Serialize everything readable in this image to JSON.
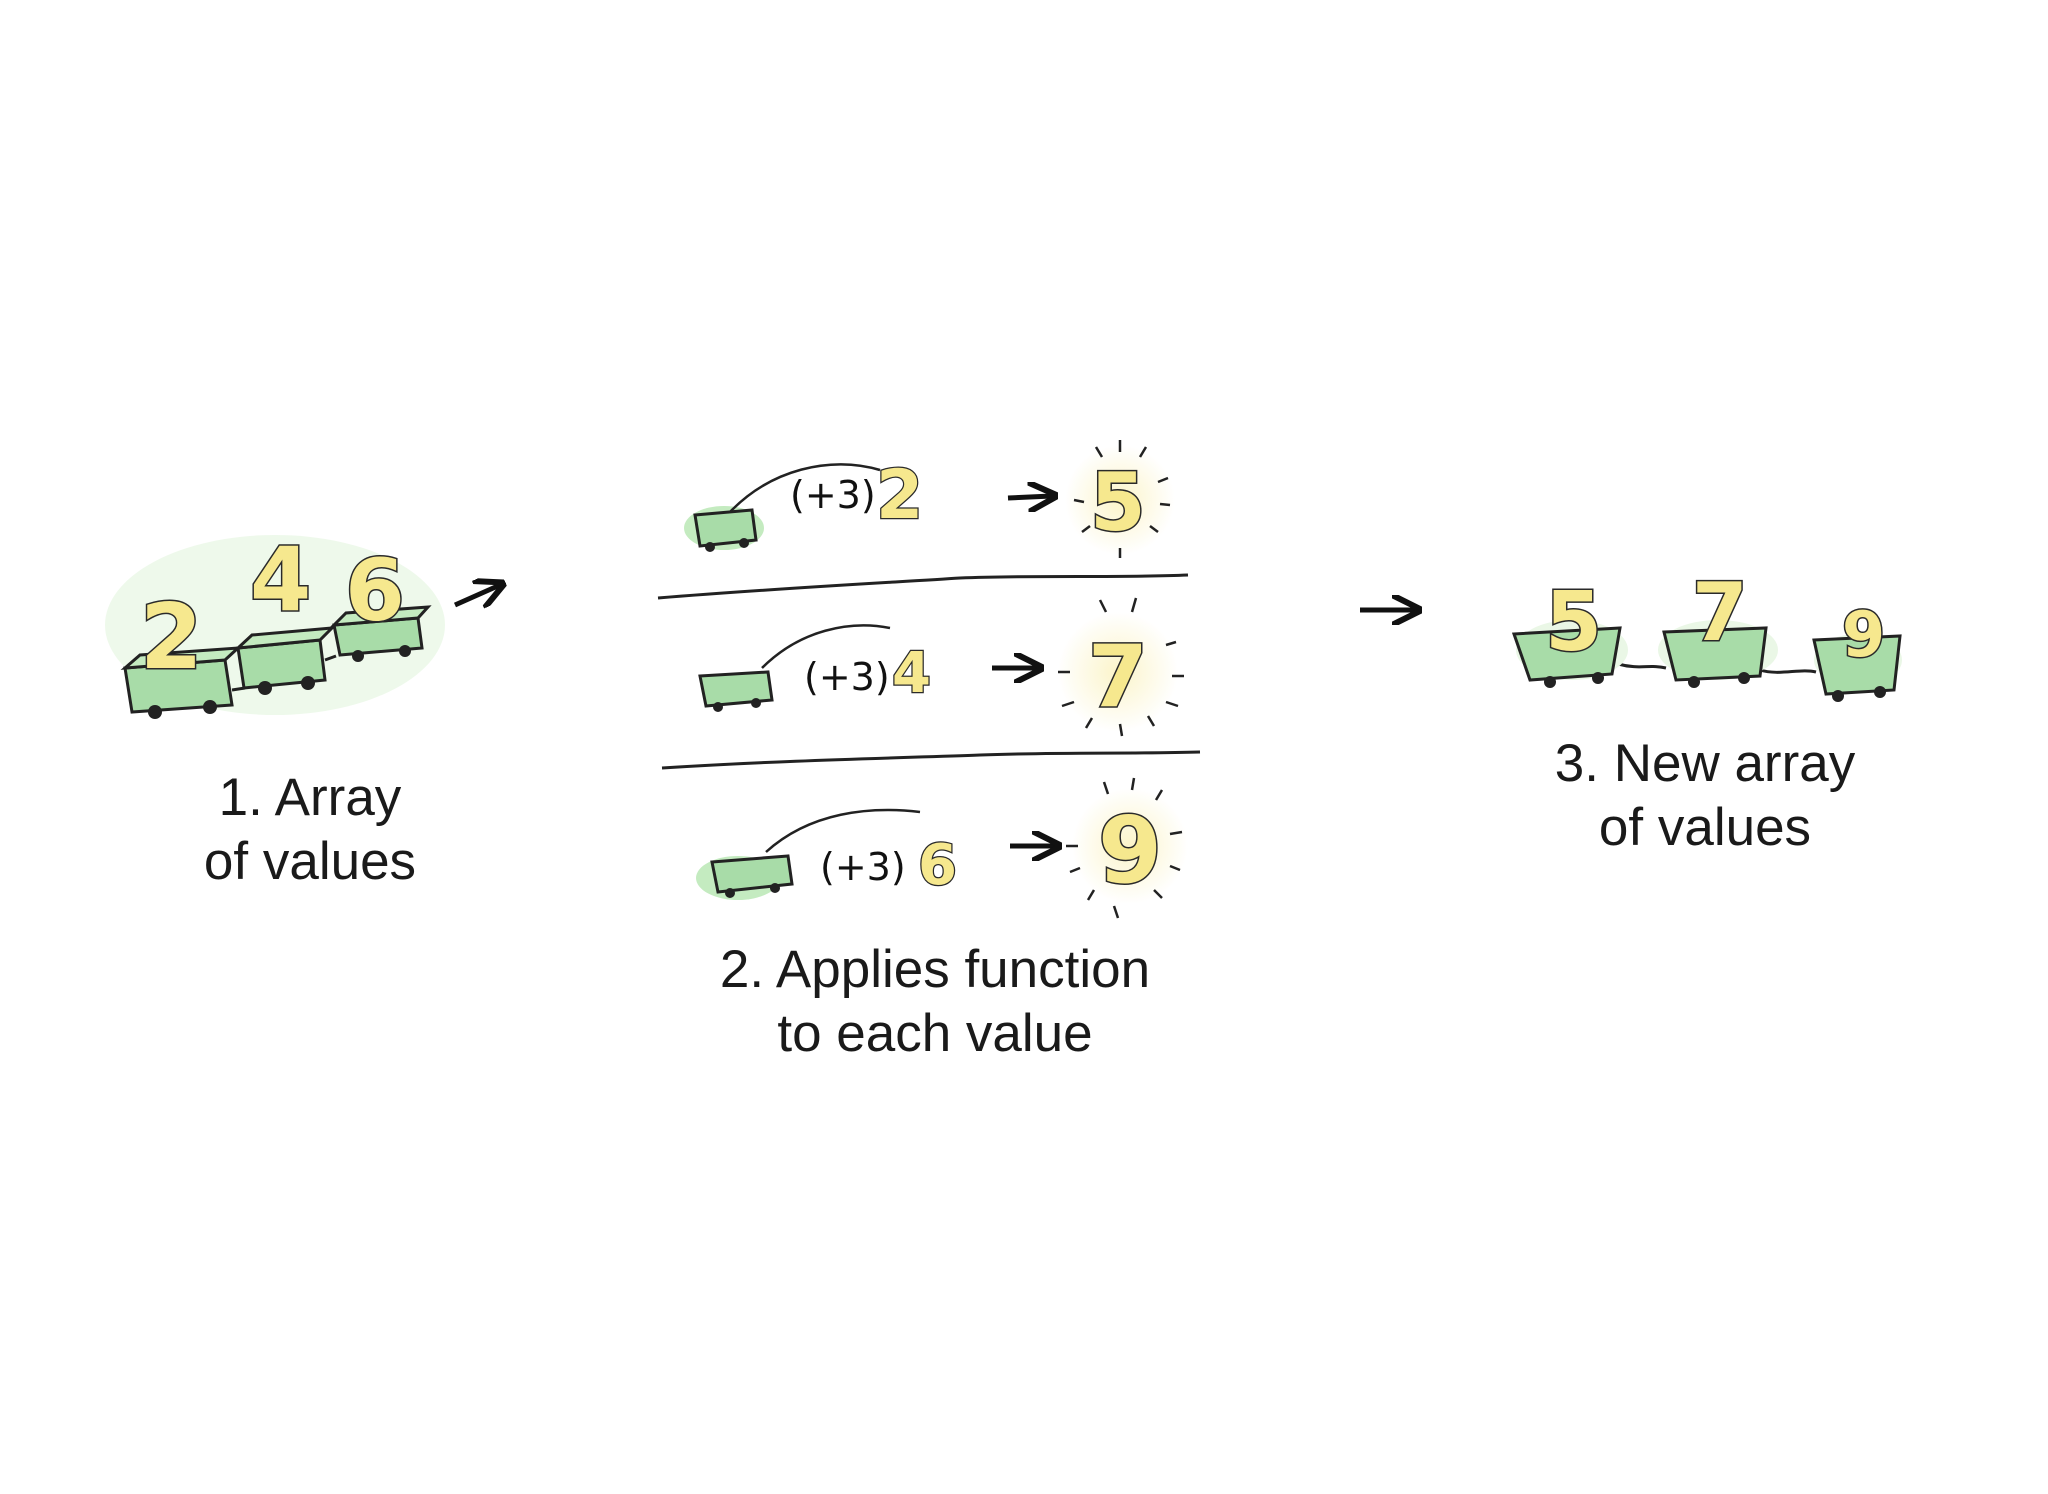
{
  "steps": [
    {
      "id": "step1",
      "caption_line1": "1. Array",
      "caption_line2": "of values",
      "values": [
        "2",
        "4",
        "6"
      ]
    },
    {
      "id": "step2",
      "caption_line1": "2. Applies function",
      "caption_line2": "to each value",
      "rows": [
        {
          "function": "(+3)",
          "input": "2",
          "output": "5"
        },
        {
          "function": "(+3)",
          "input": "4",
          "output": "7"
        },
        {
          "function": "(+3)",
          "input": "6",
          "output": "9"
        }
      ]
    },
    {
      "id": "step3",
      "caption_line1": "3. New array",
      "caption_line2": "of values",
      "values": [
        "5",
        "7",
        "9"
      ]
    }
  ],
  "colors": {
    "cart_green": "#a8dca8",
    "digit_yellow": "#f6e88e",
    "ink": "#1a1a1a",
    "glow": "#fbf3c4"
  }
}
